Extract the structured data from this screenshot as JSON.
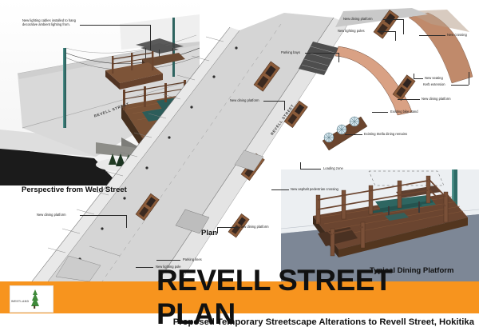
{
  "banner": {
    "title": "REVELL STREET PLAN",
    "subtitle": "Proposed Temporary Streetscape Alterations to Revell Street, Hokitika",
    "background_color": "#F7941E",
    "logo_text": "WESTLAND",
    "logo_icon": "tree-icon"
  },
  "captions": {
    "perspective": "Perspective from Weld Street",
    "plan": "Plan",
    "dining_platform": "Typical Dining Platform"
  },
  "street_labels": {
    "perspective_street": "REVELL STREET",
    "plan_street": "REVELL STREET"
  },
  "annotations": {
    "perspective": [
      {
        "id": "lighting-cables",
        "text_line_1": "New lighting cables installed to hang",
        "text_line_2": "decorative ambient lighting from."
      }
    ],
    "plan": [
      {
        "id": "new-dining-platform-top",
        "text": "New dining platform"
      },
      {
        "id": "new-lighting-poles",
        "text": "New lighting poles"
      },
      {
        "id": "new-crossing",
        "text": "New crossing"
      },
      {
        "id": "new-seating",
        "text": "New seating"
      },
      {
        "id": "kerb-extension",
        "text": "Kerb extension"
      },
      {
        "id": "new-dining-platform-right",
        "text": "New dining platform"
      },
      {
        "id": "existing-bike-stand",
        "text": "Existing bike stand"
      },
      {
        "id": "existing-stella-dining",
        "text": "Existing Stella dining remains"
      },
      {
        "id": "parking-bays",
        "text": "Parking bays"
      },
      {
        "id": "new-dining-platform-mid",
        "text": "New dining platform"
      },
      {
        "id": "loading-zone",
        "text": "Loading zone"
      },
      {
        "id": "new-asphalt-crossing",
        "text": "New asphalt pedestrian crossing"
      },
      {
        "id": "new-dining-platform-lower",
        "text": "New dining platform"
      },
      {
        "id": "new-dining-platform-bottom",
        "text": "New dining platform"
      },
      {
        "id": "parking-lines",
        "text": "Parking lines"
      },
      {
        "id": "new-lighting-pole",
        "text": "New lighting pole"
      }
    ]
  },
  "colors": {
    "accent": "#F7941E",
    "road": "#d2d2d2",
    "footpath": "#e8e8e8",
    "deck_wood": "#8a5b3a",
    "deck_dark": "#3c2a20",
    "kerb_extension": "#d9a184",
    "crossing_dark": "#4a4a4a",
    "pole_green": "#2d6b66",
    "tarmac": "#1c1c1c"
  }
}
